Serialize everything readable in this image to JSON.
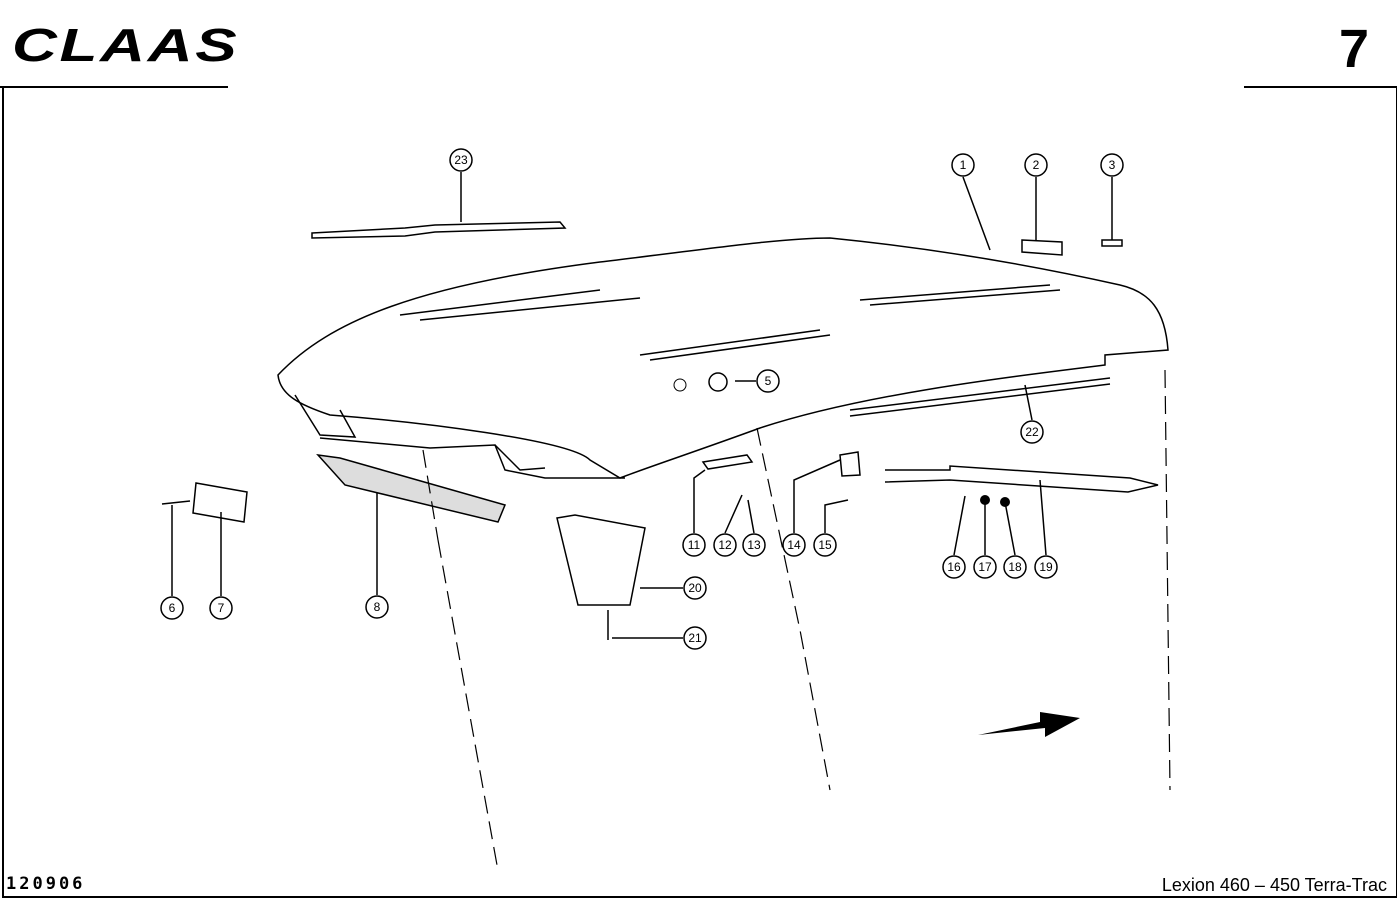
{
  "header": {
    "logo": "CLAAS",
    "page_number": "7"
  },
  "footer": {
    "drawing_number": "120906",
    "model": "Lexion 460 – 450 Terra-Trac"
  },
  "callouts": {
    "c1": "1",
    "c2": "2",
    "c3": "3",
    "c5": "5",
    "c6": "6",
    "c7": "7",
    "c8": "8",
    "c11": "11",
    "c12": "12",
    "c13": "13",
    "c14": "14",
    "c15": "15",
    "c16": "16",
    "c17": "17",
    "c18": "18",
    "c19": "19",
    "c20": "20",
    "c21": "21",
    "c22": "22",
    "c23": "23"
  }
}
